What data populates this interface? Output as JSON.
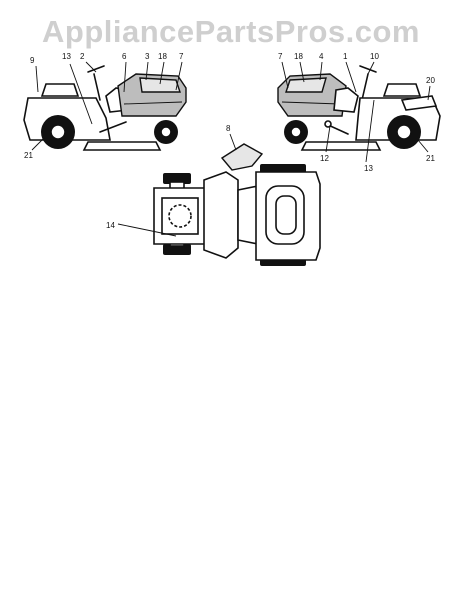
{
  "watermark": "AppliancePartsPros.com",
  "views": {
    "left_side": {
      "callouts": [
        {
          "id": "c-9",
          "label": "9"
        },
        {
          "id": "c-13",
          "label": "13"
        },
        {
          "id": "c-2",
          "label": "2"
        },
        {
          "id": "c-6",
          "label": "6"
        },
        {
          "id": "c-3",
          "label": "3"
        },
        {
          "id": "c-18",
          "label": "18"
        },
        {
          "id": "c-7",
          "label": "7"
        },
        {
          "id": "c-21",
          "label": "21"
        }
      ]
    },
    "right_side": {
      "callouts": [
        {
          "id": "c-7",
          "label": "7"
        },
        {
          "id": "c-18",
          "label": "18"
        },
        {
          "id": "c-4",
          "label": "4"
        },
        {
          "id": "c-1",
          "label": "1"
        },
        {
          "id": "c-10",
          "label": "10"
        },
        {
          "id": "c-20",
          "label": "20"
        },
        {
          "id": "c-12",
          "label": "12"
        },
        {
          "id": "c-13",
          "label": "13"
        },
        {
          "id": "c-21",
          "label": "21"
        }
      ]
    },
    "top_view": {
      "callouts": [
        {
          "id": "c-8",
          "label": "8"
        },
        {
          "id": "c-14",
          "label": "14"
        }
      ]
    }
  },
  "colors": {
    "line": "#111111",
    "shade": "#bdbdbd",
    "watermark": "#cfcfcf"
  }
}
